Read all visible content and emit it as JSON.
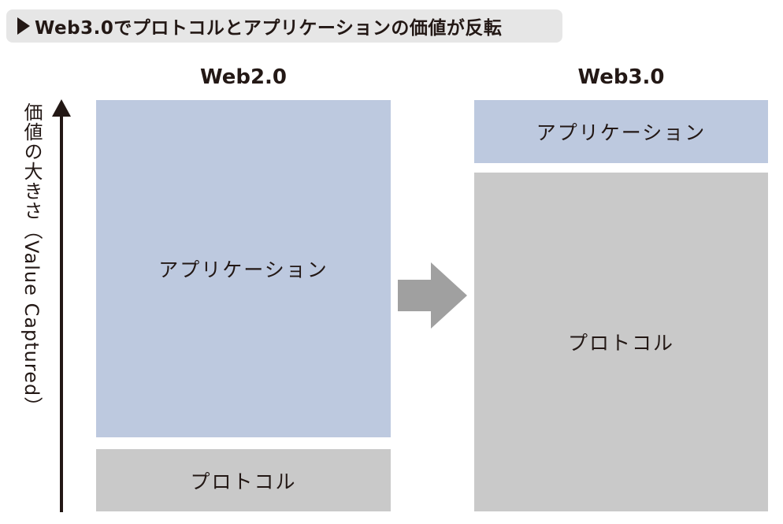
{
  "title": "Web3.0でプロトコルとアプリケーションの価値が反転",
  "axis_label": "価値の大きさ（Value Captured）",
  "columns": {
    "web2": {
      "heading": "Web2.0",
      "application": "アプリケーション",
      "protocol": "プロトコル"
    },
    "web3": {
      "heading": "Web3.0",
      "application": "アプリケーション",
      "protocol": "プロトコル"
    }
  },
  "colors": {
    "application": "#bdc9df",
    "protocol": "#c9c9c9",
    "arrow": "#a0a0a0",
    "axis": "#231815",
    "title_banner": "#e6e6e6"
  }
}
